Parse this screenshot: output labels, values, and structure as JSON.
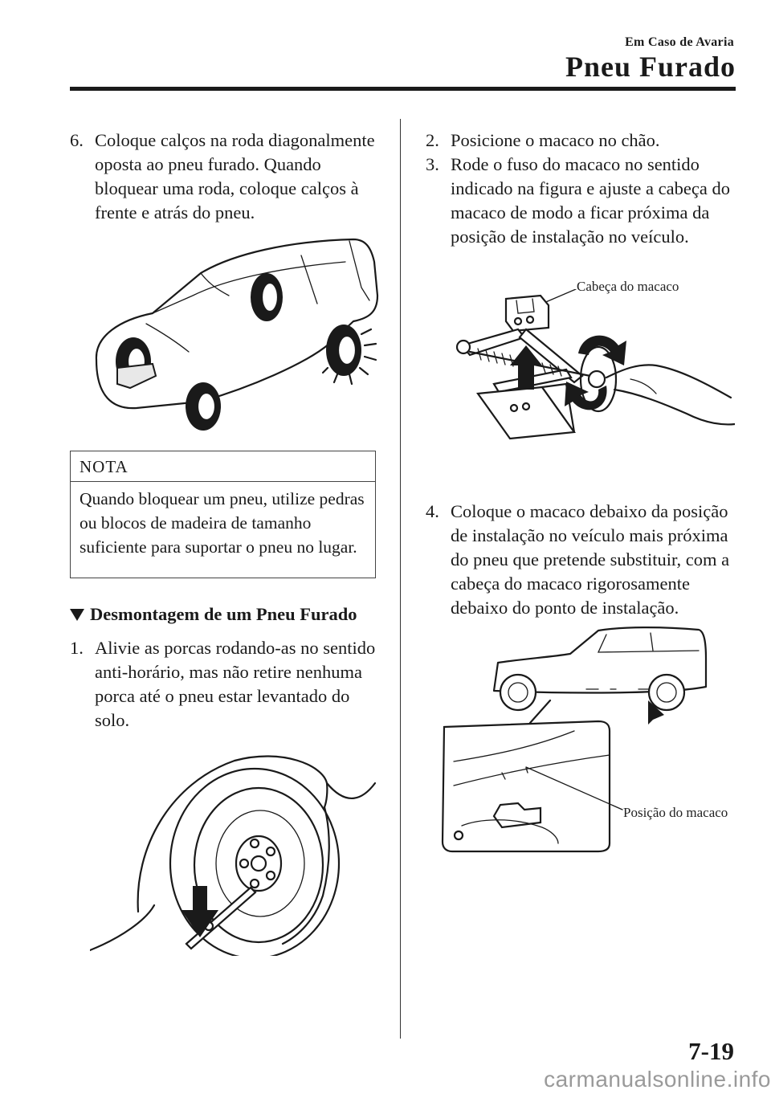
{
  "header": {
    "chapter": "Em Caso de Avaria",
    "title": "Pneu Furado"
  },
  "left": {
    "step6": {
      "num": "6.",
      "text": "Coloque calços na roda diagonalmente oposta ao pneu furado. Quando bloquear uma roda, coloque calços à frente e atrás do pneu."
    },
    "note": {
      "heading": "NOTA",
      "body": "Quando bloquear um pneu, utilize pedras ou blocos de madeira de tamanho suficiente para suportar o pneu no lugar."
    },
    "section": {
      "title": "Desmontagem de um Pneu Furado"
    },
    "step1": {
      "num": "1.",
      "text": "Alivie as porcas rodando-as no sentido anti-horário, mas não retire nenhuma porca até o pneu estar levantado do solo."
    }
  },
  "right": {
    "step2": {
      "num": "2.",
      "text": "Posicione o macaco no chão."
    },
    "step3": {
      "num": "3.",
      "text": "Rode o fuso do macaco no sentido indicado na figura e ajuste a cabeça do macaco de modo a ficar próxima da posição de instalação no veículo."
    },
    "callout_jack_head": "Cabeça do macaco",
    "step4": {
      "num": "4.",
      "text": "Coloque o macaco debaixo da posição de instalação no veículo mais próxima do pneu que pretende substituir, com a cabeça do macaco rigorosamente debaixo do ponto de instalação."
    },
    "callout_jack_position": "Posição do macaco"
  },
  "footer": {
    "page_number": "7-19",
    "site": "carmanualsonline.info"
  },
  "icons": [
    "section-triangle-icon",
    "rotation-arrow-icon",
    "up-arrow-icon",
    "down-arrow-icon",
    "pointer-arrow-icon"
  ]
}
